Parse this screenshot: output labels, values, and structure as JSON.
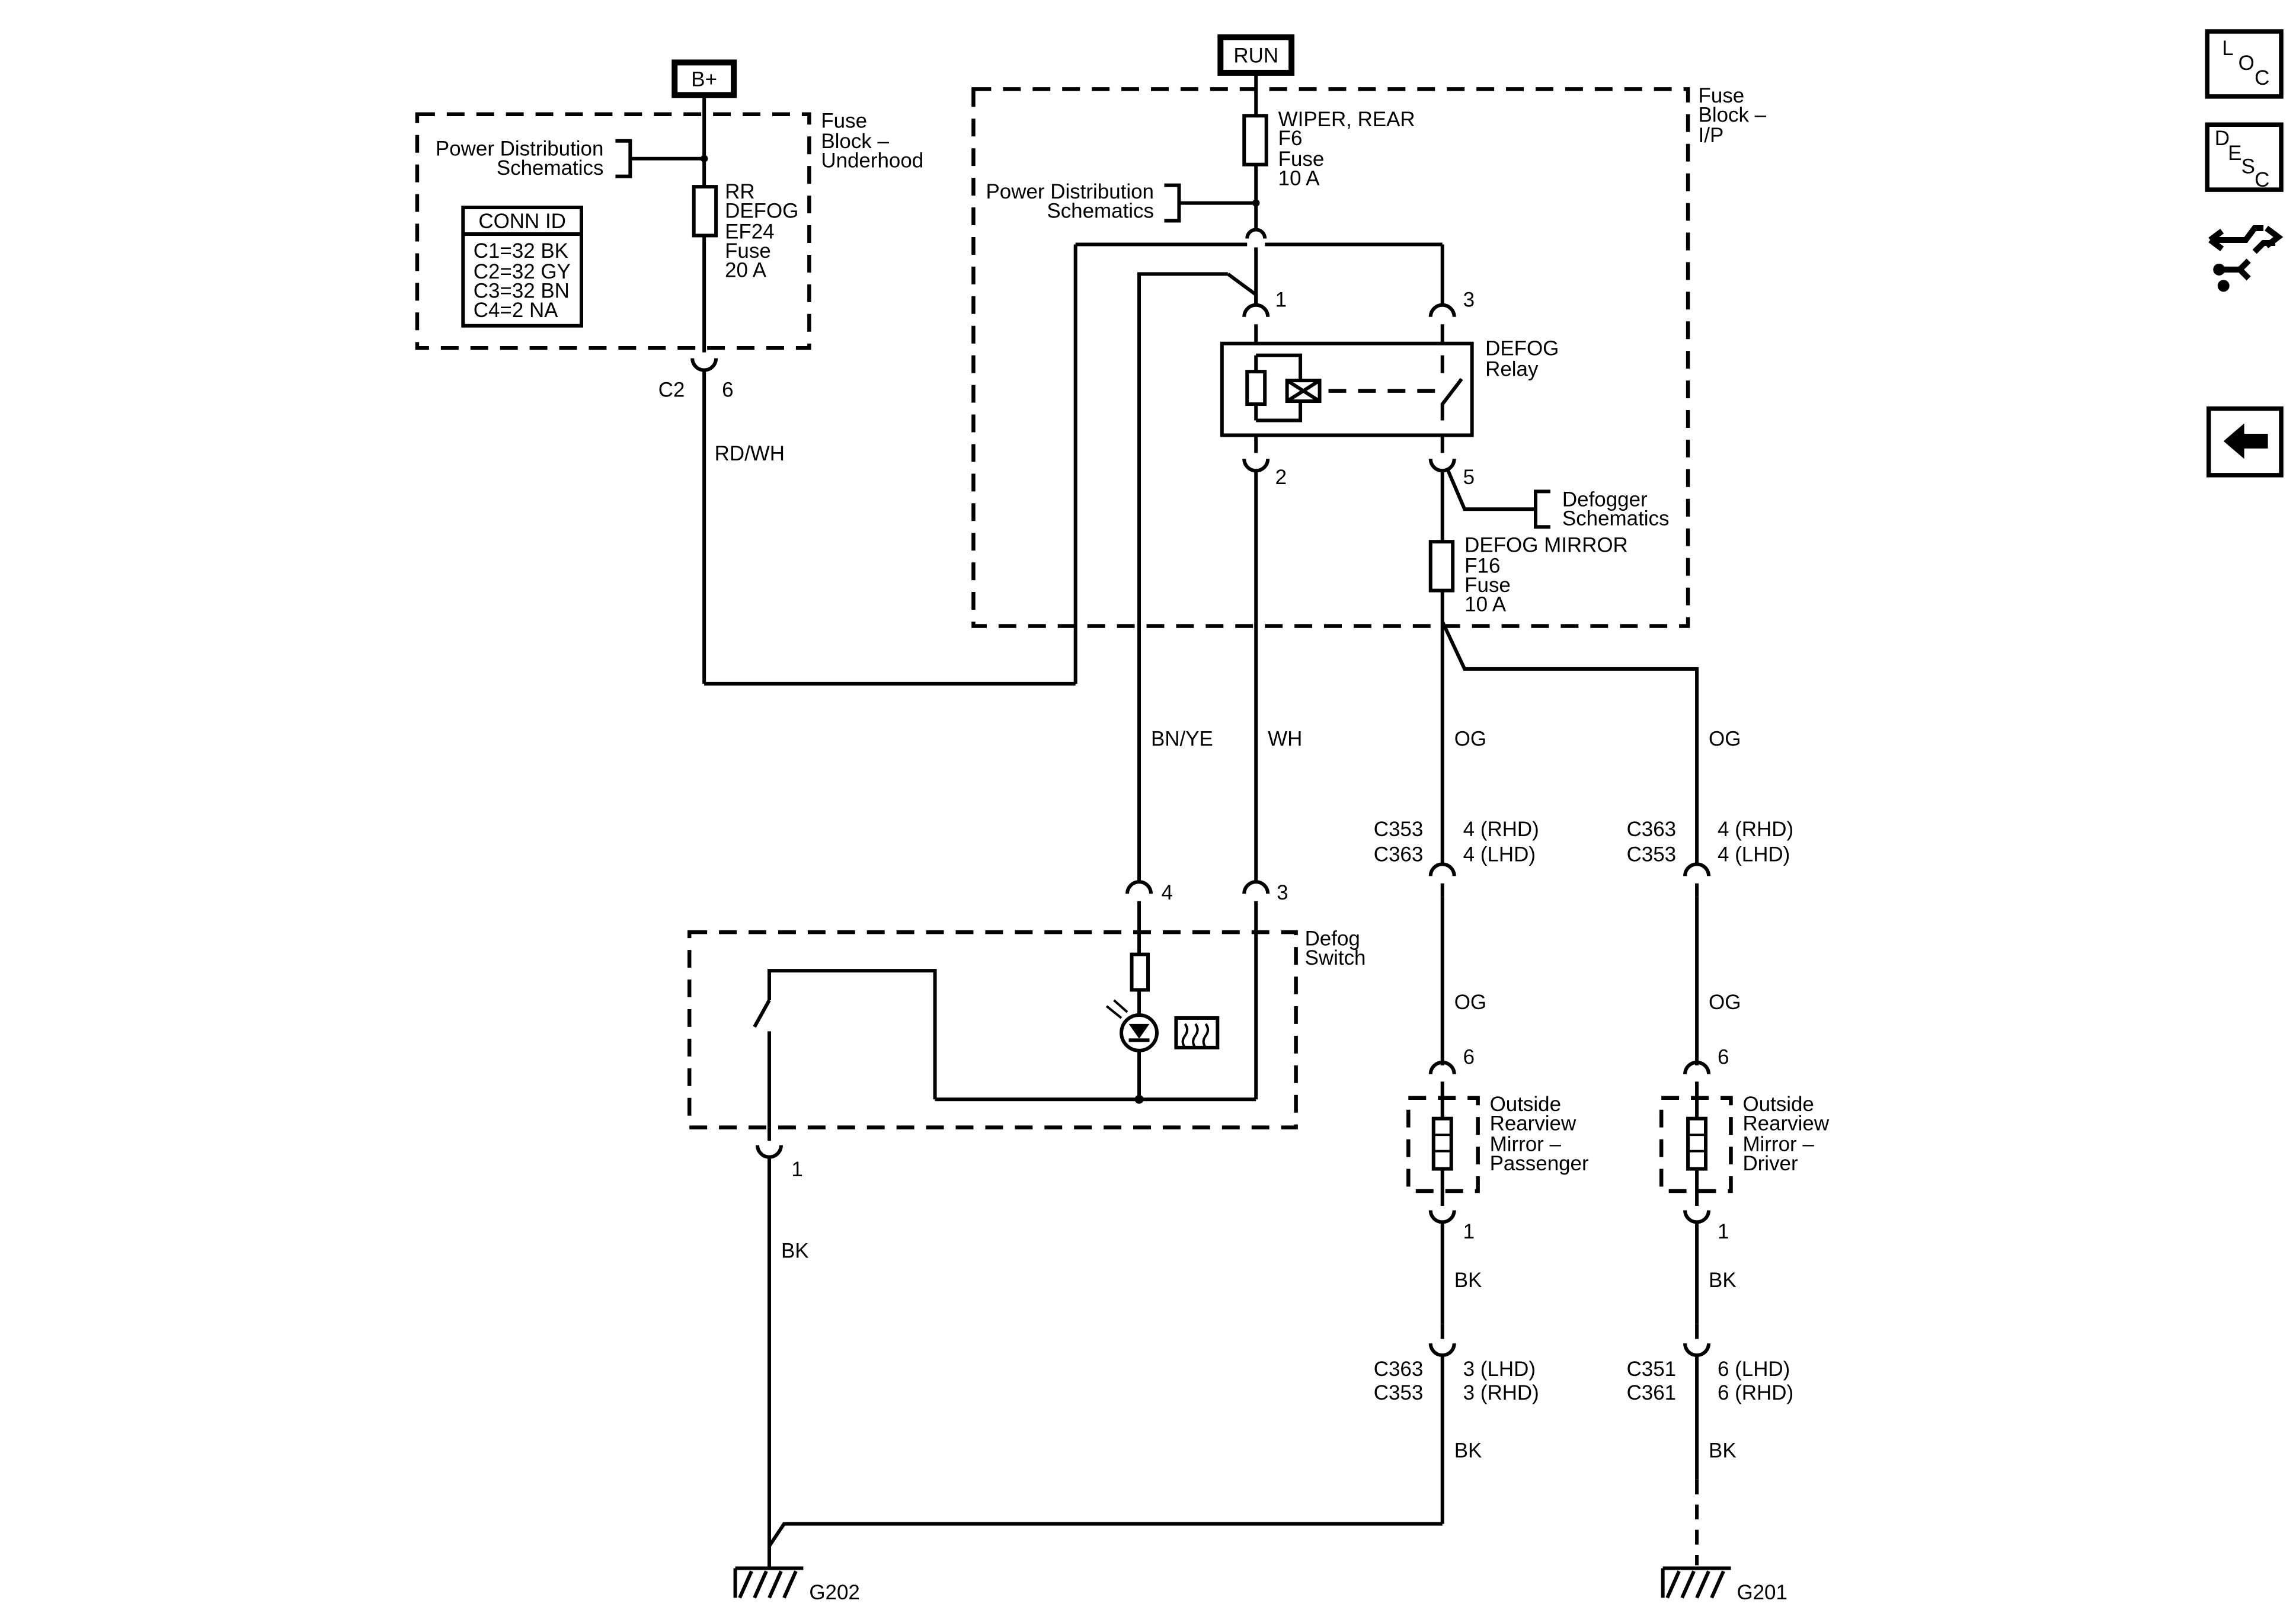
{
  "power": {
    "b_plus": "B+",
    "run": "RUN"
  },
  "fuse_block_underhood": {
    "title_line1": "Fuse",
    "title_line2": "Block –",
    "title_line3": "Underhood",
    "power_dist_line1": "Power Distribution",
    "power_dist_line2": "Schematics",
    "fuse_line1": "RR",
    "fuse_line2": "DEFOG",
    "fuse_line3": "EF24",
    "fuse_line4": "Fuse",
    "fuse_line5": "20 A",
    "conn_id": {
      "title": "CONN ID",
      "rows": [
        "C1=32 BK",
        "C2=32 GY",
        "C3=32 BN",
        "C4=2 NA"
      ]
    },
    "connector": "C2",
    "pin": "6"
  },
  "fuse_block_ip": {
    "title_line1": "Fuse",
    "title_line2": "Block –",
    "title_line3": "I/P",
    "wiper_line1": "WIPER, REAR",
    "wiper_line2": "F6",
    "wiper_line3": "Fuse",
    "wiper_line4": "10 A",
    "power_dist_line1": "Power Distribution",
    "power_dist_line2": "Schematics",
    "relay_line1": "DEFOG",
    "relay_line2": "Relay",
    "pin1": "1",
    "pin2": "2",
    "pin3": "3",
    "pin5": "5",
    "defogger_line1": "Defogger",
    "defogger_line2": "Schematics",
    "mirror_fuse_line1": "DEFOG MIRROR",
    "mirror_fuse_line2": "F16",
    "mirror_fuse_line3": "Fuse",
    "mirror_fuse_line4": "10 A"
  },
  "wires": {
    "rd_wh": "RD/WH",
    "bn_ye": "BN/YE",
    "wh": "WH",
    "og": "OG",
    "bk": "BK"
  },
  "defog_switch": {
    "title_line1": "Defog",
    "title_line2": "Switch",
    "pin4": "4",
    "pin3": "3",
    "pin1": "1"
  },
  "connectors": {
    "left_upper_a": "C353",
    "left_upper_b": "C363",
    "left_upper_pin_a": "4 (RHD)",
    "left_upper_pin_b": "4 (LHD)",
    "right_upper_a": "C363",
    "right_upper_b": "C353",
    "right_upper_pin_a": "4 (RHD)",
    "right_upper_pin_b": "4 (LHD)",
    "left_lower_a": "C363",
    "left_lower_b": "C353",
    "left_lower_pin_a": "3 (LHD)",
    "left_lower_pin_b": "3 (RHD)",
    "right_lower_a": "C351",
    "right_lower_b": "C361",
    "right_lower_pin_a": "6 (LHD)",
    "right_lower_pin_b": "6 (RHD)"
  },
  "mirror_passenger": {
    "line1": "Outside",
    "line2": "Rearview",
    "line3": "Mirror –",
    "line4": "Passenger",
    "pin_top": "6",
    "pin_bottom": "1"
  },
  "mirror_driver": {
    "line1": "Outside",
    "line2": "Rearview",
    "line3": "Mirror –",
    "line4": "Driver",
    "pin_top": "6",
    "pin_bottom": "1"
  },
  "grounds": {
    "left": "G202",
    "right": "G201"
  },
  "nav": {
    "loc_l": "L",
    "loc_o": "O",
    "loc_c": "C",
    "desc_d": "D",
    "desc_e": "E",
    "desc_s": "S",
    "desc_c": "C",
    "icons": [
      "wiring-connector-icon",
      "back-arrow-icon"
    ]
  }
}
